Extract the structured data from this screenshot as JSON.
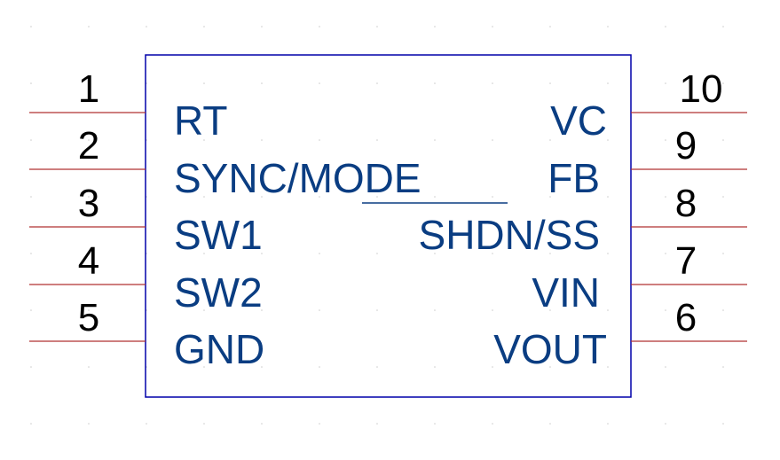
{
  "component": {
    "body_color": "#0000aa",
    "label_color": "#0a3d82",
    "pin_line_color": "#b03030",
    "number_color": "#000000",
    "overbar_pin": "SHDN/SS"
  },
  "pins": {
    "left": [
      {
        "number": "1",
        "name": "RT"
      },
      {
        "number": "2",
        "name": "SYNC/MODE"
      },
      {
        "number": "3",
        "name": "SW1"
      },
      {
        "number": "4",
        "name": "SW2"
      },
      {
        "number": "5",
        "name": "GND"
      }
    ],
    "right": [
      {
        "number": "10",
        "name": "VC"
      },
      {
        "number": "9",
        "name": "FB"
      },
      {
        "number": "8",
        "name": "SHDN/SS"
      },
      {
        "number": "7",
        "name": "VIN"
      },
      {
        "number": "6",
        "name": "VOUT"
      }
    ]
  }
}
